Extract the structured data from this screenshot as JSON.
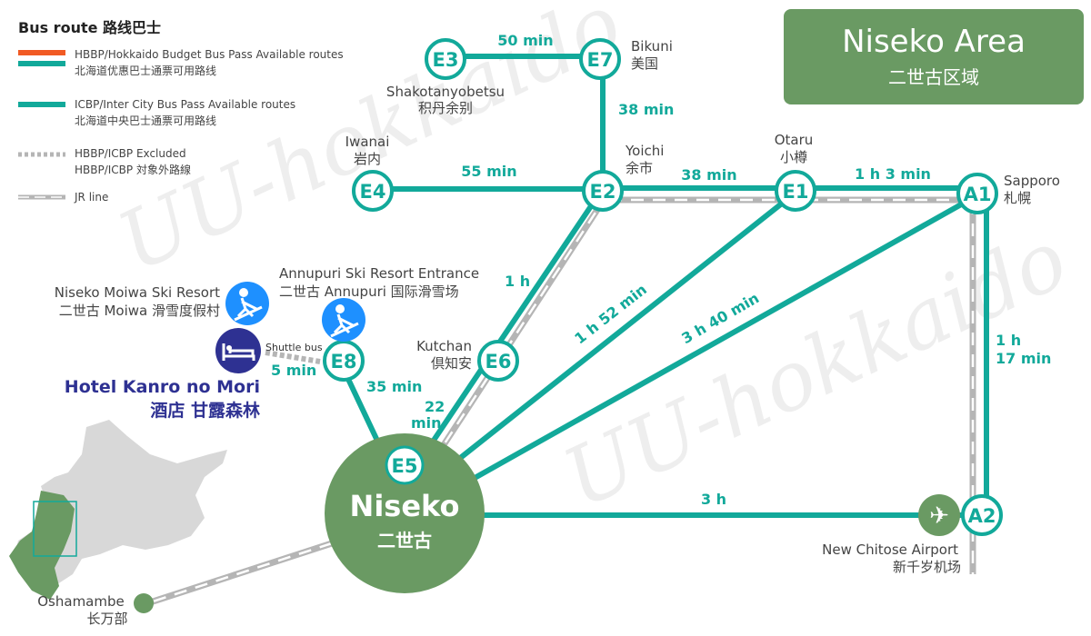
{
  "colors": {
    "teal": "#12a99a",
    "orange": "#f15a24",
    "green": "#6a9a63",
    "navy": "#2e3192",
    "blue": "#1e90ff",
    "gray": "#b5b5b5"
  },
  "legend": {
    "title": "Bus route 路线巴士",
    "items": [
      {
        "line1": "HBBP/Hokkaido Budget Bus Pass Available routes",
        "line2": "北海道优惠巴士通票可用路线"
      },
      {
        "line1": "ICBP/Inter City Bus Pass Available routes",
        "line2": "北海道中央巴士通票可用路线"
      },
      {
        "line1": "HBBP/ICBP Excluded",
        "line2": "HBBP/ICBP 対象外路線"
      },
      {
        "line1": "JR line"
      }
    ]
  },
  "area_box": {
    "title": "Niseko Area",
    "subtitle": "二世古区域"
  },
  "watermark": "UU-hokkaido",
  "stations": {
    "E1": {
      "code": "E1",
      "en": "Otaru",
      "zh": "小樽"
    },
    "E2": {
      "code": "E2",
      "en": "Yoichi",
      "zh": "余市"
    },
    "E3": {
      "code": "E3",
      "en": "Shakotanyobetsu",
      "zh": "积丹余别"
    },
    "E4": {
      "code": "E4",
      "en": "Iwanai",
      "zh": "岩内"
    },
    "E5": {
      "code": "E5",
      "en": "Niseko",
      "zh": "二世古"
    },
    "E6": {
      "code": "E6",
      "en": "Kutchan",
      "zh": "倶知安"
    },
    "E7": {
      "code": "E7",
      "en": "Bikuni",
      "zh": "美国"
    },
    "E8": {
      "code": "E8",
      "en": "Annupuri Ski Resort Entrance",
      "zh": "二世古 Annupuri 国际滑雪场"
    },
    "A1": {
      "code": "A1",
      "en": "Sapporo",
      "zh": "札幌"
    },
    "A2": {
      "code": "A2",
      "en": "New Chitose Airport",
      "zh": "新千岁机场"
    }
  },
  "places": {
    "moiwa": {
      "en": "Niseko Moiwa Ski Resort",
      "zh": "二世古 Moiwa 滑雪度假村"
    },
    "hotel": {
      "en": "Hotel Kanro no Mori",
      "zh": "酒店 甘露森林"
    },
    "oshamambe": {
      "en": "Oshamambe",
      "zh": "长万部"
    },
    "shuttle": "Shuttle bus"
  },
  "times": {
    "e3_e7": "50 min",
    "e7_e2": "38 min",
    "e4_e2": "55 min",
    "e2_e1": "38 min",
    "e1_a1": "1 h  3 min",
    "e2_e6": "1 h",
    "e5_e1": "1 h 52 min",
    "e5_a1": "3 h 40 min",
    "a1_a2_1": "1 h",
    "a1_a2_2": "17 min",
    "e5_a2": "3 h",
    "e8_e5": "35 min",
    "e6_e5_1": "22",
    "e6_e5_2": "min",
    "shuttle": "5 min"
  }
}
